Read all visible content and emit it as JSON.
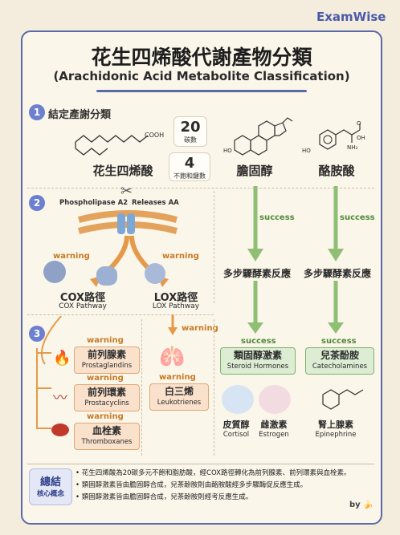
{
  "brand": "ExamWise",
  "title_zh": "花生四烯酸代謝產物分類",
  "title_en": "(Arachidonic Acid Metabolite Classification)",
  "section1": {
    "number": "1",
    "title": "結定產謝分類",
    "cooh": "COOH",
    "carbon_count": "20",
    "carbon_label": "碳數",
    "double_bonds": "4",
    "double_bonds_label": "不飽和鍵數",
    "mol1": "花生四烯酸",
    "mol2": "膽固醇",
    "mol3": "酪胺酸",
    "ho": "HO",
    "oh": "OH",
    "nh2": "NH₂",
    "o": "O"
  },
  "section2": {
    "number": "2",
    "enzyme": "Phospholipase A2",
    "releases": "Releases AA",
    "warning1": "warning",
    "warning2": "warning",
    "cox_zh": "COX路徑",
    "cox_en": "COX Pathway",
    "lox_zh": "LOX路徑",
    "lox_en": "LOX Pathway",
    "success1": "success",
    "success2": "success",
    "multi1": "多步驟酵素反應",
    "multi2": "多步驟酵素反應"
  },
  "section3": {
    "number": "3",
    "warning_lox": "warning",
    "success1": "success",
    "success2": "success",
    "prod1_warn": "warning",
    "prod1_zh": "前列腺素",
    "prod1_en": "Prostaglandins",
    "prod2_warn": "warning",
    "prod2_zh": "前列環素",
    "prod2_en": "Prostacyclins",
    "prod3_warn": "warning",
    "prod3_zh": "血栓素",
    "prod3_en": "Thromboxanes",
    "lox_warn": "warning",
    "lox_prod_zh": "白三烯",
    "lox_prod_en": "Leukotrienes",
    "steroid_zh": "類固醇激素",
    "steroid_en": "Steroid Hormones",
    "catechol_zh": "兒茶酚胺",
    "catechol_en": "Catecholamines",
    "cortisol_zh": "皮質醇",
    "cortisol_en": "Cortisol",
    "estrogen_zh": "雌激素",
    "estrogen_en": "Estrogen",
    "epi_zh": "腎上腺素",
    "epi_en": "Epinephrine"
  },
  "summary": {
    "badge_main": "總結",
    "badge_sub": "核心概念",
    "points": [
      "花生四烯酸為20碳多元不飽和脂肪酸，經COX路徑轉化為前列腺素、前列環素與血栓素。",
      "類固醇激素皆由膽固醇合成，兒茶酚胺則由酪胺酸經多步驟酶促反應生成。",
      "類固醇激素皆由膽固醇合成，兒茶酚胺則經考反應生成。"
    ]
  },
  "footer": "by",
  "colors": {
    "accent": "#5a6aa8",
    "warning": "#c77a22",
    "success": "#4f8a3a",
    "orange_box": "#f9e1cc",
    "green_box": "#dcedd4"
  }
}
